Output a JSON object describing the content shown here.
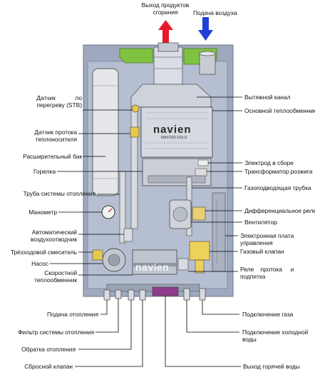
{
  "top": {
    "exhaust_label": "Выход продуктов\nсгорания",
    "air_label": "Подача воздуха",
    "exhaust_arrow_color": "#e8192c",
    "air_arrow_color": "#1f3fd6"
  },
  "brand": {
    "main_logo": "navien",
    "main_sub": "MASTER GOLD",
    "small_logo": "navien"
  },
  "left_labels": [
    {
      "id": "overheat-sensor",
      "text": "Датчик            по\nперегреву (STB)"
    },
    {
      "id": "flow-sensor",
      "text": "Датчик протока\nтеплоносителя"
    },
    {
      "id": "expansion-tank",
      "text": "Расширительный бак"
    },
    {
      "id": "burner",
      "text": "Горелка"
    },
    {
      "id": "heating-pipe",
      "text": "Труба системы отопления"
    },
    {
      "id": "manometer",
      "text": "Манометр"
    },
    {
      "id": "air-vent",
      "text": "Автоматический\nвоздухоотводчик"
    },
    {
      "id": "three-way-mixer",
      "text": "Трёхходовой смеситель"
    },
    {
      "id": "pump",
      "text": "Насос"
    },
    {
      "id": "secondary-exchanger",
      "text": "Скоростной\nтеплообменник"
    }
  ],
  "right_labels": [
    {
      "id": "exhaust-duct",
      "text": "Вытяжной канал"
    },
    {
      "id": "main-exchanger",
      "text": "Основной теплообменник"
    },
    {
      "id": "electrode",
      "text": "Электрод в сборе"
    },
    {
      "id": "ignition-transformer",
      "text": "Трансформатор розжига"
    },
    {
      "id": "gas-pipe",
      "text": "Газоподводящая трубка"
    },
    {
      "id": "diff-relay",
      "text": "Дифференциальное реле"
    },
    {
      "id": "fan",
      "text": "Вентилятор"
    },
    {
      "id": "control-board",
      "text": "Электронная плата\nуправления"
    },
    {
      "id": "gas-valve",
      "text": "Газовый клапан"
    },
    {
      "id": "flow-relay",
      "text": "Реле    протока     и\nподпитка"
    }
  ],
  "bottom_left_labels": [
    {
      "id": "heating-supply",
      "text": "Подача отопления"
    },
    {
      "id": "heating-filter",
      "text": "Фильтр системы отопления"
    },
    {
      "id": "heating-return",
      "text": "Обратка отопления"
    },
    {
      "id": "relief-valve",
      "text": "Сбросной клапан"
    }
  ],
  "bottom_right_labels": [
    {
      "id": "gas-connection",
      "text": "Подключение газа"
    },
    {
      "id": "cold-water",
      "text": "Подключение холодной\nводы"
    },
    {
      "id": "hot-water",
      "text": "Выход горячей воды"
    }
  ]
}
